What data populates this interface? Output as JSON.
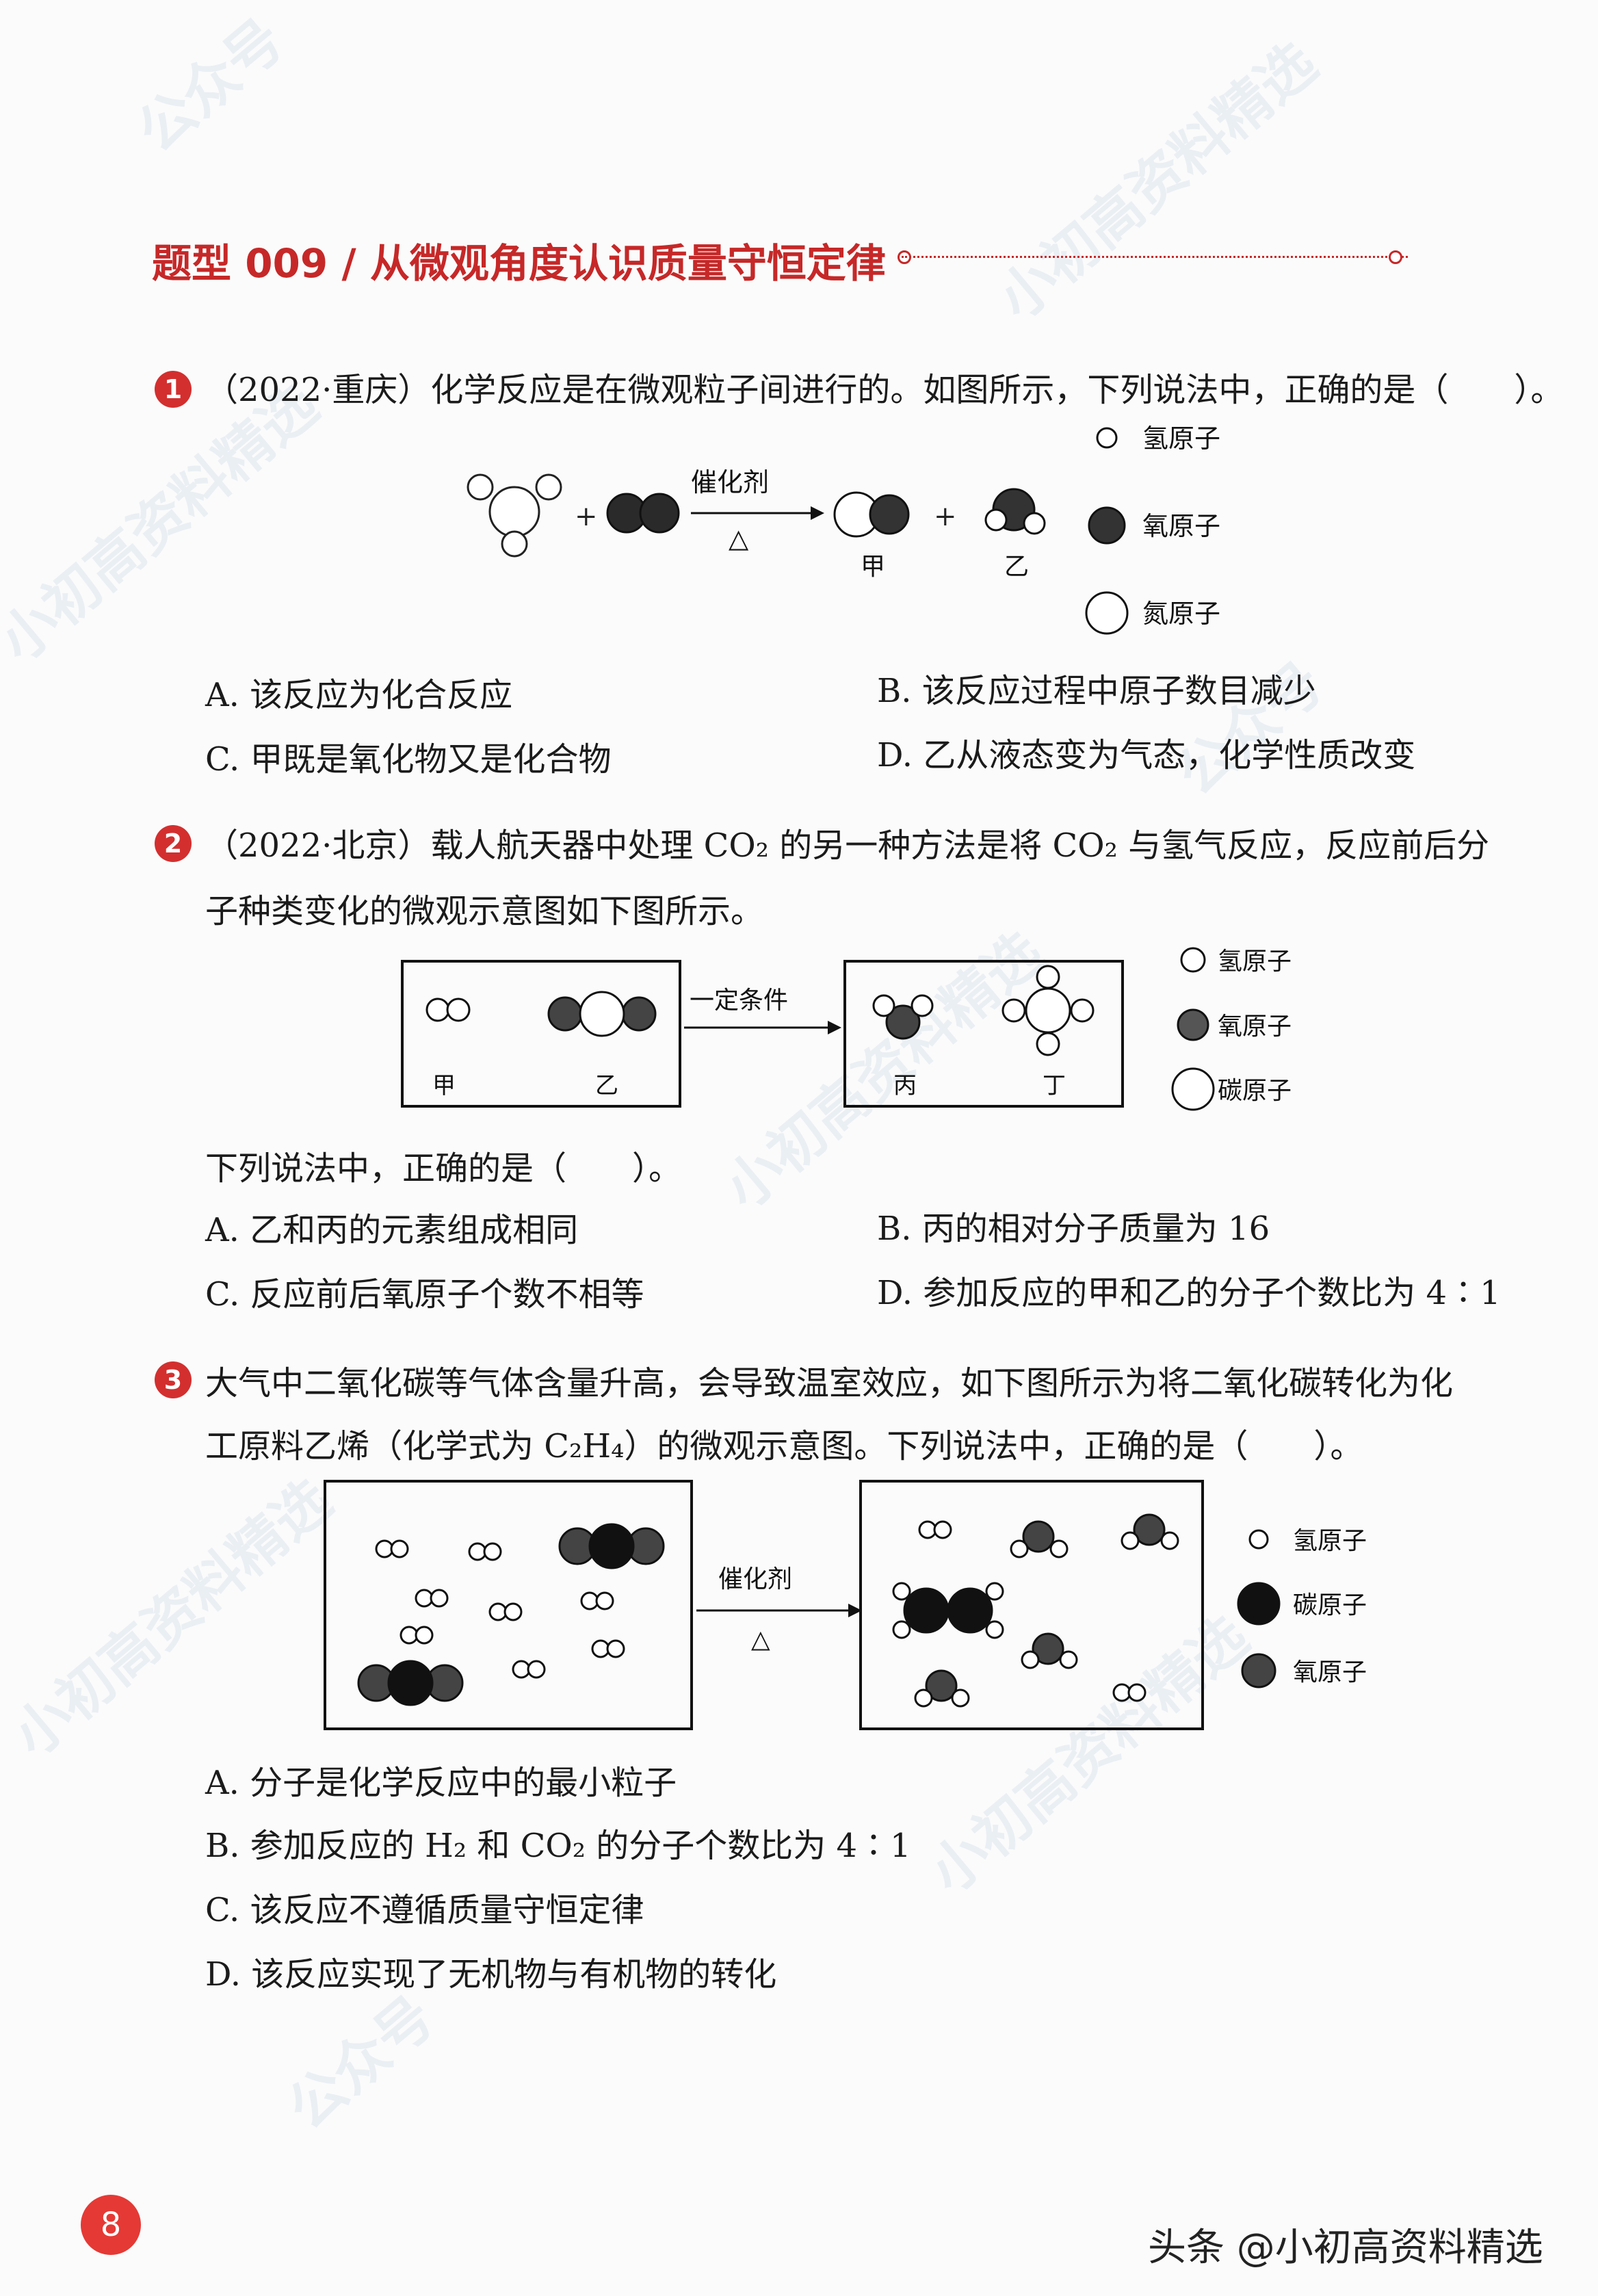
{
  "watermark": [
    "公众号",
    "小初高资料精选"
  ],
  "section_title": "题型 009 / 从微观角度认识质量守恒定律",
  "questions": [
    {
      "number": "1",
      "stem": "（2022·重庆）化学反应是在微观粒子间进行的。如图所示，下列说法中，正确的是（　　）。",
      "diagram": {
        "arrow_top": "催化剂",
        "arrow_bottom": "△",
        "product_labels": [
          "甲",
          "乙"
        ],
        "legend": [
          "氢原子",
          "氧原子",
          "氮原子"
        ]
      },
      "options": {
        "A": "A.  该反应为化合反应",
        "B": "B.  该反应过程中原子数目减少",
        "C": "C.  甲既是氧化物又是化合物",
        "D": "D.  乙从液态变为气态，化学性质改变"
      }
    },
    {
      "number": "2",
      "stem_line1": "（2022·北京）载人航天器中处理 CO₂ 的另一种方法是将 CO₂ 与氢气反应，反应前后分",
      "stem_line2": "子种类变化的微观示意图如下图所示。",
      "diagram": {
        "arrow_top": "一定条件",
        "left_labels": [
          "甲",
          "乙"
        ],
        "right_labels": [
          "丙",
          "丁"
        ],
        "legend": [
          "氢原子",
          "氧原子",
          "碳原子"
        ]
      },
      "prompt": "下列说法中，正确的是（　　）。",
      "options": {
        "A": "A.  乙和丙的元素组成相同",
        "B": "B.  丙的相对分子质量为 16",
        "C": "C.  反应前后氧原子个数不相等",
        "D": "D.  参加反应的甲和乙的分子个数比为 4∶1"
      }
    },
    {
      "number": "3",
      "stem_line1": "大气中二氧化碳等气体含量升高，会导致温室效应，如下图所示为将二氧化碳转化为化",
      "stem_line2": "工原料乙烯（化学式为 C₂H₄）的微观示意图。下列说法中，正确的是（　　）。",
      "diagram": {
        "arrow_top": "催化剂",
        "arrow_bottom": "△",
        "legend": [
          "氢原子",
          "碳原子",
          "氧原子"
        ]
      },
      "options": {
        "A": "A.  分子是化学反应中的最小粒子",
        "B": "B.  参加反应的 H₂ 和 CO₂ 的分子个数比为 4∶1",
        "C": "C.  该反应不遵循质量守恒定律",
        "D": "D.  该反应实现了无机物与有机物的转化"
      }
    }
  ],
  "page_number": "8",
  "footer": "头条 @小初高资料精选"
}
